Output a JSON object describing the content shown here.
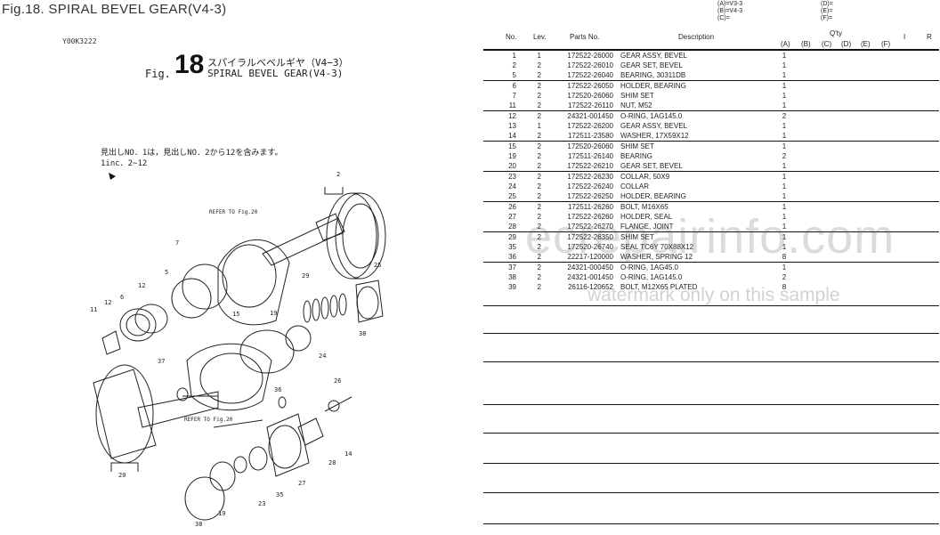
{
  "page_title": "Fig.18.  SPIRAL BEVEL GEAR(V4-3)",
  "drawing_code": "Y00K3222",
  "figure": {
    "prefix": "Fig.",
    "number": "18",
    "title_jp": "スパイラルベベルギヤ（V4−3）",
    "title_en": "SPIRAL BEVEL GEAR(V4-3)"
  },
  "note": {
    "jp": "見出しNO．1は，見出しNO．2から12を含みます。",
    "en": "1inc．2∼12"
  },
  "diagram": {
    "callouts": [
      "2",
      "7",
      "5",
      "6",
      "12",
      "12",
      "11",
      "15",
      "19",
      "29",
      "25",
      "38",
      "24",
      "37",
      "36",
      "26",
      "14",
      "28",
      "27",
      "35",
      "23",
      "19",
      "38",
      "20"
    ],
    "refer_labels": [
      "REFER TO Fig.20",
      "REFER TO Fig.20"
    ]
  },
  "models": {
    "a": "(A)=V3-3",
    "b": "(B)=V4-3",
    "c": "(C)=",
    "d": "(D)=",
    "e": "(E)=",
    "f": "(F)="
  },
  "table_header": {
    "no": "No.",
    "lev": "Lev.",
    "parts_no": "Parts No.",
    "description": "Description",
    "qty": "Q'ty",
    "i": "I",
    "r": "R",
    "cols": [
      "(A)",
      "(B)",
      "(C)",
      "(D)",
      "(E)",
      "(F)"
    ]
  },
  "parts": [
    {
      "no": "1",
      "lev": "1",
      "part": "172522-26000",
      "desc": "GEAR ASSY, BEVEL",
      "qty": "1",
      "group_start": true
    },
    {
      "no": "2",
      "lev": "2",
      "part": "172522-26010",
      "desc": "GEAR SET, BEVEL",
      "qty": "1",
      "group_start": false
    },
    {
      "no": "5",
      "lev": "2",
      "part": "172522-26040",
      "desc": "BEARING, 30311DB",
      "qty": "1",
      "group_start": false
    },
    {
      "no": "6",
      "lev": "2",
      "part": "172522-26050",
      "desc": "HOLDER, BEARING",
      "qty": "1",
      "group_start": true
    },
    {
      "no": "7",
      "lev": "2",
      "part": "172520-26060",
      "desc": "SHIM SET",
      "qty": "1",
      "group_start": false
    },
    {
      "no": "11",
      "lev": "2",
      "part": "172522-26110",
      "desc": "NUT, M52",
      "qty": "1",
      "group_start": false
    },
    {
      "no": "12",
      "lev": "2",
      "part": "24321-001450",
      "desc": "O-RING, 1AG145.0",
      "qty": "2",
      "group_start": true
    },
    {
      "no": "13",
      "lev": "1",
      "part": "172522-26200",
      "desc": "GEAR ASSY, BEVEL",
      "qty": "1",
      "group_start": false
    },
    {
      "no": "14",
      "lev": "2",
      "part": "172511-23580",
      "desc": "WASHER, 17X59X12",
      "qty": "1",
      "group_start": false
    },
    {
      "no": "15",
      "lev": "2",
      "part": "172520-26060",
      "desc": "SHIM SET",
      "qty": "1",
      "group_start": true
    },
    {
      "no": "19",
      "lev": "2",
      "part": "172511-26140",
      "desc": "BEARING",
      "qty": "2",
      "group_start": false
    },
    {
      "no": "20",
      "lev": "2",
      "part": "172522-26210",
      "desc": "GEAR SET, BEVEL",
      "qty": "1",
      "group_start": false
    },
    {
      "no": "23",
      "lev": "2",
      "part": "172522-26230",
      "desc": "COLLAR, 50X9",
      "qty": "1",
      "group_start": true
    },
    {
      "no": "24",
      "lev": "2",
      "part": "172522-26240",
      "desc": "COLLAR",
      "qty": "1",
      "group_start": false
    },
    {
      "no": "25",
      "lev": "2",
      "part": "172522-26250",
      "desc": "HOLDER, BEARING",
      "qty": "1",
      "group_start": false
    },
    {
      "no": "26",
      "lev": "2",
      "part": "172511-26260",
      "desc": "BOLT, M16X65",
      "qty": "1",
      "group_start": true
    },
    {
      "no": "27",
      "lev": "2",
      "part": "172522-26260",
      "desc": "HOLDER, SEAL",
      "qty": "1",
      "group_start": false
    },
    {
      "no": "28",
      "lev": "2",
      "part": "172522-26270",
      "desc": "FLANGE, JOINT",
      "qty": "1",
      "group_start": false
    },
    {
      "no": "29",
      "lev": "2",
      "part": "172522-26350",
      "desc": "SHIM SET",
      "qty": "1",
      "group_start": true
    },
    {
      "no": "35",
      "lev": "2",
      "part": "172520-26740",
      "desc": "SEAL TC6Y 70X88X12",
      "qty": "1",
      "group_start": false
    },
    {
      "no": "36",
      "lev": "2",
      "part": "22217-120000",
      "desc": "WASHER, SPRING 12",
      "qty": "8",
      "group_start": false
    },
    {
      "no": "37",
      "lev": "2",
      "part": "24321-000450",
      "desc": "O-RING, 1AG45.0",
      "qty": "1",
      "group_start": true
    },
    {
      "no": "38",
      "lev": "2",
      "part": "24321-001450",
      "desc": "O-RING, 1AG145.0",
      "qty": "2",
      "group_start": false
    },
    {
      "no": "39",
      "lev": "2",
      "part": "26116-120652",
      "desc": "BOLT, M12X65 PLATED",
      "qty": "8",
      "group_start": false
    }
  ],
  "watermark": {
    "main": "ecrepairinfo.com",
    "sub": "watermark only on this sample"
  }
}
